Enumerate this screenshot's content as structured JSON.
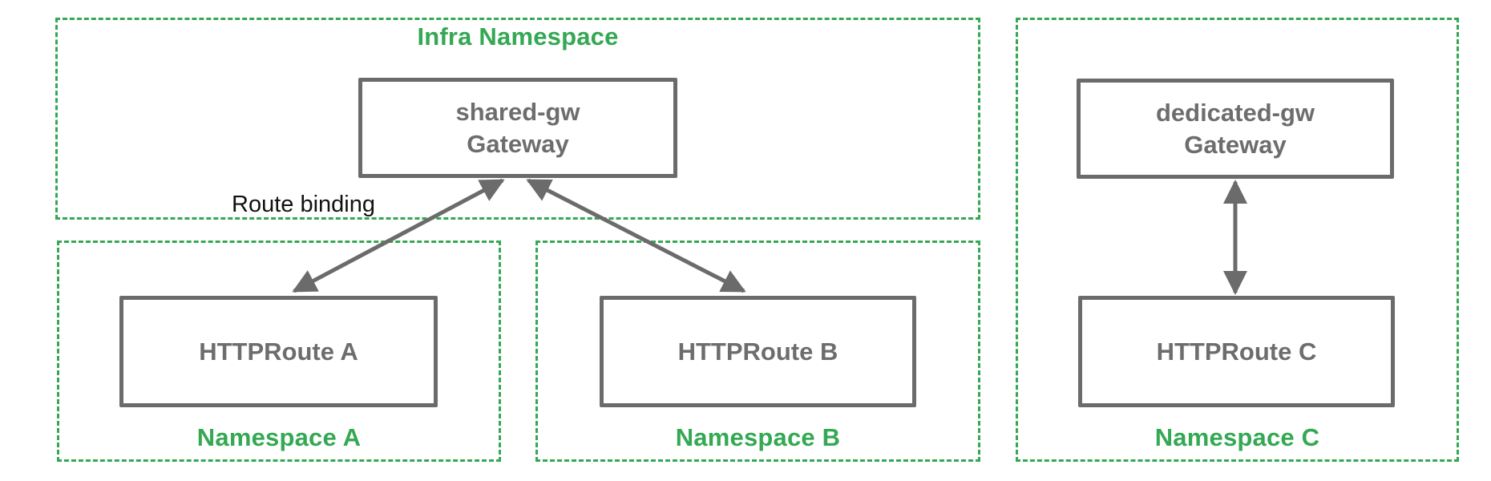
{
  "colors": {
    "namespace_green": "#34a853",
    "node_border_gray": "#6b6b6b",
    "node_text_gray": "#6d6d6d",
    "annotation_text": "#111111",
    "background": "#ffffff"
  },
  "namespaces": {
    "infra": {
      "label": "Infra Namespace"
    },
    "a": {
      "label": "Namespace A"
    },
    "b": {
      "label": "Namespace B"
    },
    "c": {
      "label": "Namespace C"
    }
  },
  "nodes": {
    "shared_gw": {
      "name": "shared-gw",
      "kind": "Gateway"
    },
    "http_route_a": {
      "label": "HTTPRoute A"
    },
    "http_route_b": {
      "label": "HTTPRoute B"
    },
    "dedicated_gw": {
      "name": "dedicated-gw",
      "kind": "Gateway"
    },
    "http_route_c": {
      "label": "HTTPRoute C"
    }
  },
  "annotations": {
    "route_binding_label": "Route binding"
  },
  "connections": [
    {
      "from": "http_route_a",
      "to": "shared_gw",
      "style": "double-arrow"
    },
    {
      "from": "http_route_b",
      "to": "shared_gw",
      "style": "double-arrow"
    },
    {
      "from": "http_route_c",
      "to": "dedicated_gw",
      "style": "double-arrow"
    }
  ]
}
